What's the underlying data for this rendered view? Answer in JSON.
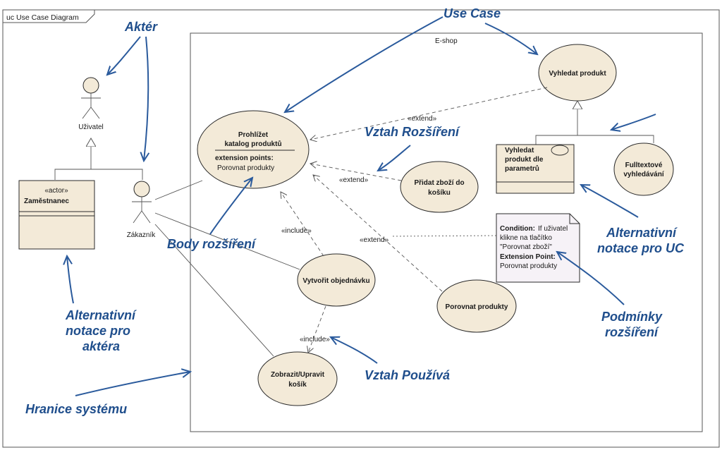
{
  "frame": {
    "title": "uc Use Case Diagram"
  },
  "boundary": {
    "title": "E-shop"
  },
  "actors": {
    "uzivatel": {
      "label": "Uživatel"
    },
    "zakaznik": {
      "label": "Zákazník"
    },
    "zamestnanec": {
      "stereotype": "«actor»",
      "label": "Zaměstnanec"
    }
  },
  "use_cases": {
    "prohlizet": {
      "line1": "Prohlížet",
      "line2": "katalog produktů",
      "ext_title": "extension points:",
      "ext_point": "Porovnat produkty"
    },
    "vyhledat": {
      "label": "Vyhledat produkt"
    },
    "vyhledat_param": {
      "line1": "Vyhledat",
      "line2": "produkt dle",
      "line3": "parametrů"
    },
    "fulltext": {
      "line1": "Fulltextové",
      "line2": "vyhledávání"
    },
    "pridat": {
      "line1": "Přidat zboží do",
      "line2": "košíku"
    },
    "vytvorit": {
      "label": "Vytvořit objednávku"
    },
    "porovnat": {
      "label": "Porovnat produkty"
    },
    "zobrazit": {
      "line1": "Zobrazit/Upravit",
      "line2": "košík"
    }
  },
  "relations": {
    "extend1": "«extend»",
    "extend2": "«extend»",
    "extend3": "«extend»",
    "include1": "«include»",
    "include2": "«include»"
  },
  "note": {
    "condition_label": "Condition:",
    "condition_text_1": "If uživatel",
    "condition_text_2": "klikne na tlačítko",
    "condition_text_3": "\"Porovnat zboží\"",
    "ext_label": "Extension Point:",
    "ext_text": "Porovnat produkty"
  },
  "annotations": {
    "akter": "Aktér",
    "use_case": "Use Case",
    "vztah_rozsireni": "Vztah Rozšíření",
    "body_rozsireni": "Body rozšíření",
    "alt_actor_1": "Alternativní",
    "alt_actor_2": "notace pro",
    "alt_actor_3": "aktéra",
    "alt_uc_1": "Alternativní",
    "alt_uc_2": "notace pro UC",
    "podminky_1": "Podmínky",
    "podminky_2": "rozšíření",
    "vztah_pouziva": "Vztah Používá",
    "hranice": "Hranice systému"
  },
  "colors": {
    "fill": "#f3ead8",
    "annotation_blue": "#1f4e8c"
  }
}
